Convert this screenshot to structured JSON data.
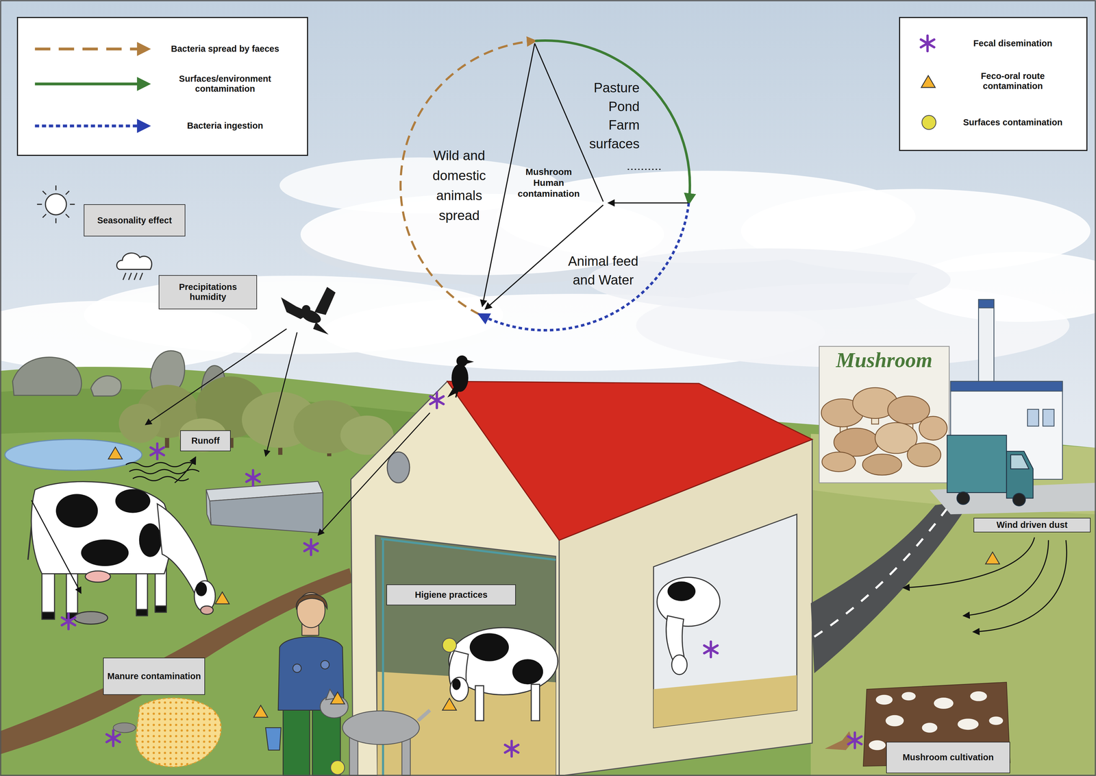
{
  "diagram": {
    "nodes": [
      {
        "text": [
          "Seasonality effect"
        ]
      },
      {
        "text": [
          "Precipitations humidity"
        ]
      },
      {
        "text": [
          "Runoff"
        ]
      },
      {
        "text": [
          "Wind driven dust"
        ]
      },
      {
        "text": [
          "Higiene practices"
        ]
      },
      {
        "text": [
          "Manure contamination"
        ]
      },
      {
        "text": [
          "Mushroom cultivation"
        ]
      }
    ],
    "labels": [
      "Pasture Pond Farm surfaces",
      "Wild and domestic animals spread",
      "Mushroom Human contamination",
      "Animal feed and Water",
      "Mushroom"
    ],
    "legend": [
      {
        "text": "Bacteria spread by faeces"
      },
      {
        "text": "Surfaces/environment contamination"
      },
      {
        "text": "Bacteria ingestion"
      },
      {
        "text": "Fecal disemination"
      },
      {
        "text": "Feco-oral route contamination"
      },
      {
        "text": "Surfaces contamination"
      }
    ]
  }
}
